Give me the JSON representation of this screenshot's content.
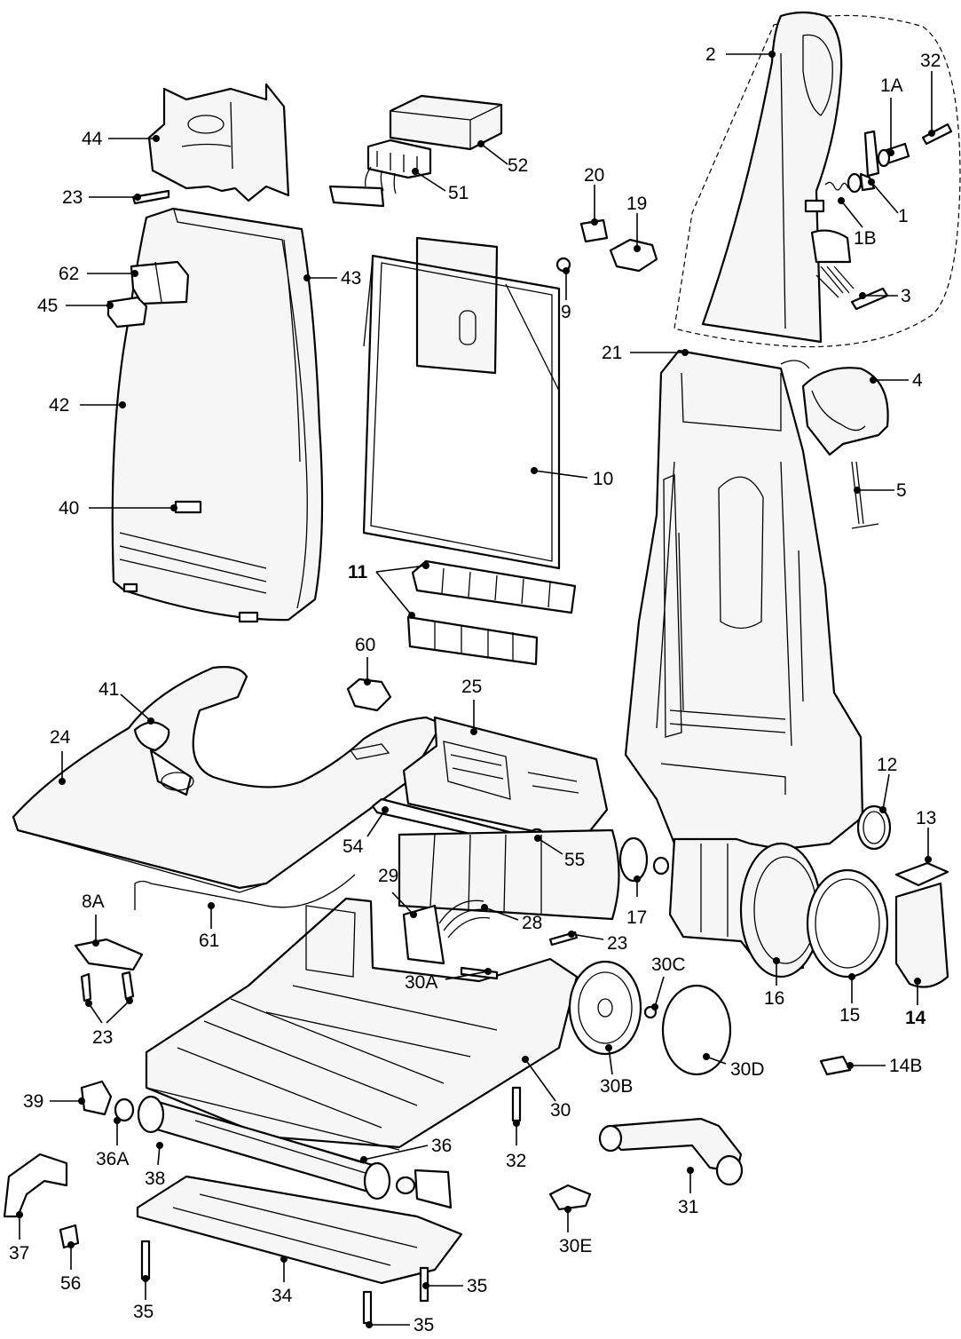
{
  "diagram": {
    "parts": [
      {
        "id": "p1",
        "label": "1"
      },
      {
        "id": "p1a",
        "label": "1A"
      },
      {
        "id": "p1b",
        "label": "1B"
      },
      {
        "id": "p2",
        "label": "2"
      },
      {
        "id": "p3",
        "label": "3"
      },
      {
        "id": "p4",
        "label": "4"
      },
      {
        "id": "p5",
        "label": "5"
      },
      {
        "id": "p8a",
        "label": "8A"
      },
      {
        "id": "p9",
        "label": "9"
      },
      {
        "id": "p10",
        "label": "10"
      },
      {
        "id": "p11",
        "label": "11"
      },
      {
        "id": "p12",
        "label": "12"
      },
      {
        "id": "p13",
        "label": "13"
      },
      {
        "id": "p14",
        "label": "14"
      },
      {
        "id": "p14b",
        "label": "14B"
      },
      {
        "id": "p15",
        "label": "15"
      },
      {
        "id": "p16",
        "label": "16"
      },
      {
        "id": "p17",
        "label": "17"
      },
      {
        "id": "p19",
        "label": "19"
      },
      {
        "id": "p20",
        "label": "20"
      },
      {
        "id": "p21",
        "label": "21"
      },
      {
        "id": "p23a",
        "label": "23"
      },
      {
        "id": "p23b",
        "label": "23"
      },
      {
        "id": "p23c",
        "label": "23"
      },
      {
        "id": "p24",
        "label": "24"
      },
      {
        "id": "p25",
        "label": "25"
      },
      {
        "id": "p28",
        "label": "28"
      },
      {
        "id": "p29",
        "label": "29"
      },
      {
        "id": "p30",
        "label": "30"
      },
      {
        "id": "p30a",
        "label": "30A"
      },
      {
        "id": "p30b",
        "label": "30B"
      },
      {
        "id": "p30c",
        "label": "30C"
      },
      {
        "id": "p30d",
        "label": "30D"
      },
      {
        "id": "p30e",
        "label": "30E"
      },
      {
        "id": "p31",
        "label": "31"
      },
      {
        "id": "p32a",
        "label": "32"
      },
      {
        "id": "p32b",
        "label": "32"
      },
      {
        "id": "p34",
        "label": "34"
      },
      {
        "id": "p35a",
        "label": "35"
      },
      {
        "id": "p35b",
        "label": "35"
      },
      {
        "id": "p35c",
        "label": "35"
      },
      {
        "id": "p36",
        "label": "36"
      },
      {
        "id": "p36a",
        "label": "36A"
      },
      {
        "id": "p37",
        "label": "37"
      },
      {
        "id": "p38",
        "label": "38"
      },
      {
        "id": "p39",
        "label": "39"
      },
      {
        "id": "p40",
        "label": "40"
      },
      {
        "id": "p41",
        "label": "41"
      },
      {
        "id": "p42",
        "label": "42"
      },
      {
        "id": "p43",
        "label": "43"
      },
      {
        "id": "p44",
        "label": "44"
      },
      {
        "id": "p45",
        "label": "45"
      },
      {
        "id": "p51",
        "label": "51"
      },
      {
        "id": "p52",
        "label": "52"
      },
      {
        "id": "p54",
        "label": "54"
      },
      {
        "id": "p55",
        "label": "55"
      },
      {
        "id": "p56",
        "label": "56"
      },
      {
        "id": "p60",
        "label": "60"
      },
      {
        "id": "p61",
        "label": "61"
      },
      {
        "id": "p62",
        "label": "62"
      }
    ]
  }
}
